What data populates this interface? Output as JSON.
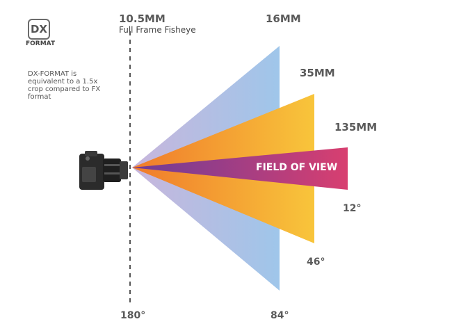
{
  "badge": {
    "letters": "DX",
    "sublabel": "FORMAT"
  },
  "note": "DX-FORMAT is equivalent to a 1.5x crop compared to FX format",
  "fisheye": {
    "focal": "10.5MM",
    "name": "Full Frame Fisheye",
    "angle": "180°"
  },
  "lenses": [
    {
      "focal": "16MM",
      "angle": "84°",
      "color_outer": "#a9c3e8",
      "color_inner": "#b7a8d8"
    },
    {
      "focal": "35MM",
      "angle": "46°",
      "color_outer": "#f7c23a",
      "color_inner": "#f07f2a"
    },
    {
      "focal": "135MM",
      "angle": "12°",
      "color_outer": "#d93d6e",
      "color_inner": "#7a3c93"
    }
  ],
  "fov_label": "FIELD OF VIEW",
  "camera_icon": "camera-icon"
}
